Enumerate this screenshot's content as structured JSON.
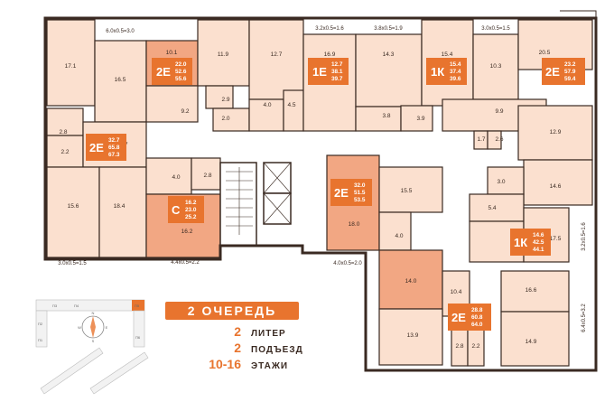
{
  "legend": {
    "queue": "2 ОЧЕРЕДЬ",
    "liter_num": "2",
    "liter_label": "ЛИТЕР",
    "entrance_num": "2",
    "entrance_label": "ПОДЪЕЗД",
    "floors_num": "10-16",
    "floors_label": "ЭТАЖИ"
  },
  "colors": {
    "accent": "#e8742e",
    "room_light": "#fbe0cf",
    "room_dark": "#f2a783",
    "wall": "#3a2a22"
  },
  "apartments": [
    {
      "type": "2Е",
      "living": "22.0",
      "useful": "52.6",
      "total": "55.6"
    },
    {
      "type": "1Е",
      "living": "12.7",
      "useful": "38.1",
      "total": "39.7"
    },
    {
      "type": "1К",
      "living": "15.4",
      "useful": "37.4",
      "total": "39.6"
    },
    {
      "type": "2Е",
      "living": "23.2",
      "useful": "57.9",
      "total": "59.4"
    },
    {
      "type": "2Е",
      "living": "32.7",
      "useful": "65.8",
      "total": "67.3"
    },
    {
      "type": "С",
      "living": "16.2",
      "useful": "23.0",
      "total": "25.2"
    },
    {
      "type": "2Е",
      "living": "32.0",
      "useful": "51.5",
      "total": "53.5"
    },
    {
      "type": "1К",
      "living": "14.6",
      "useful": "42.5",
      "total": "44.1"
    },
    {
      "type": "2Е",
      "living": "28.8",
      "useful": "60.8",
      "total": "64.0"
    }
  ],
  "balconies": [
    "6.0x0.5=3.0",
    "3.2x0.5=1.6",
    "3.8x0.5=1.9",
    "3.0x0.5=1.5",
    "3.0x0.5=1.5",
    "4.4x0.5=2.2",
    "4.0x0.5=2.0",
    "3.2x0.5=1.6",
    "6.4x0.5=3.2"
  ],
  "room_areas": [
    "17.1",
    "16.5",
    "10.1",
    "9.2",
    "11.9",
    "2.9",
    "2.0",
    "12.7",
    "4.0",
    "4.5",
    "16.9",
    "14.3",
    "3.8",
    "15.4",
    "3.9",
    "10.3",
    "20.5",
    "9.9",
    "12.9",
    "2.8",
    "2.2",
    "9.7",
    "15.6",
    "18.4",
    "4.0",
    "2.8",
    "16.2",
    "18.0",
    "15.5",
    "4.0",
    "14.0",
    "14.6",
    "1.7",
    "2.6",
    "3.0",
    "5.4",
    "17.5",
    "10.4",
    "16.6",
    "13.9",
    "2.8",
    "2.2",
    "14.9"
  ],
  "compass": {
    "letters": [
      "N",
      "E",
      "S",
      "W"
    ],
    "plot_labels": [
      "П3",
      "П4",
      "П1",
      "П2",
      "П5",
      "П6"
    ]
  }
}
